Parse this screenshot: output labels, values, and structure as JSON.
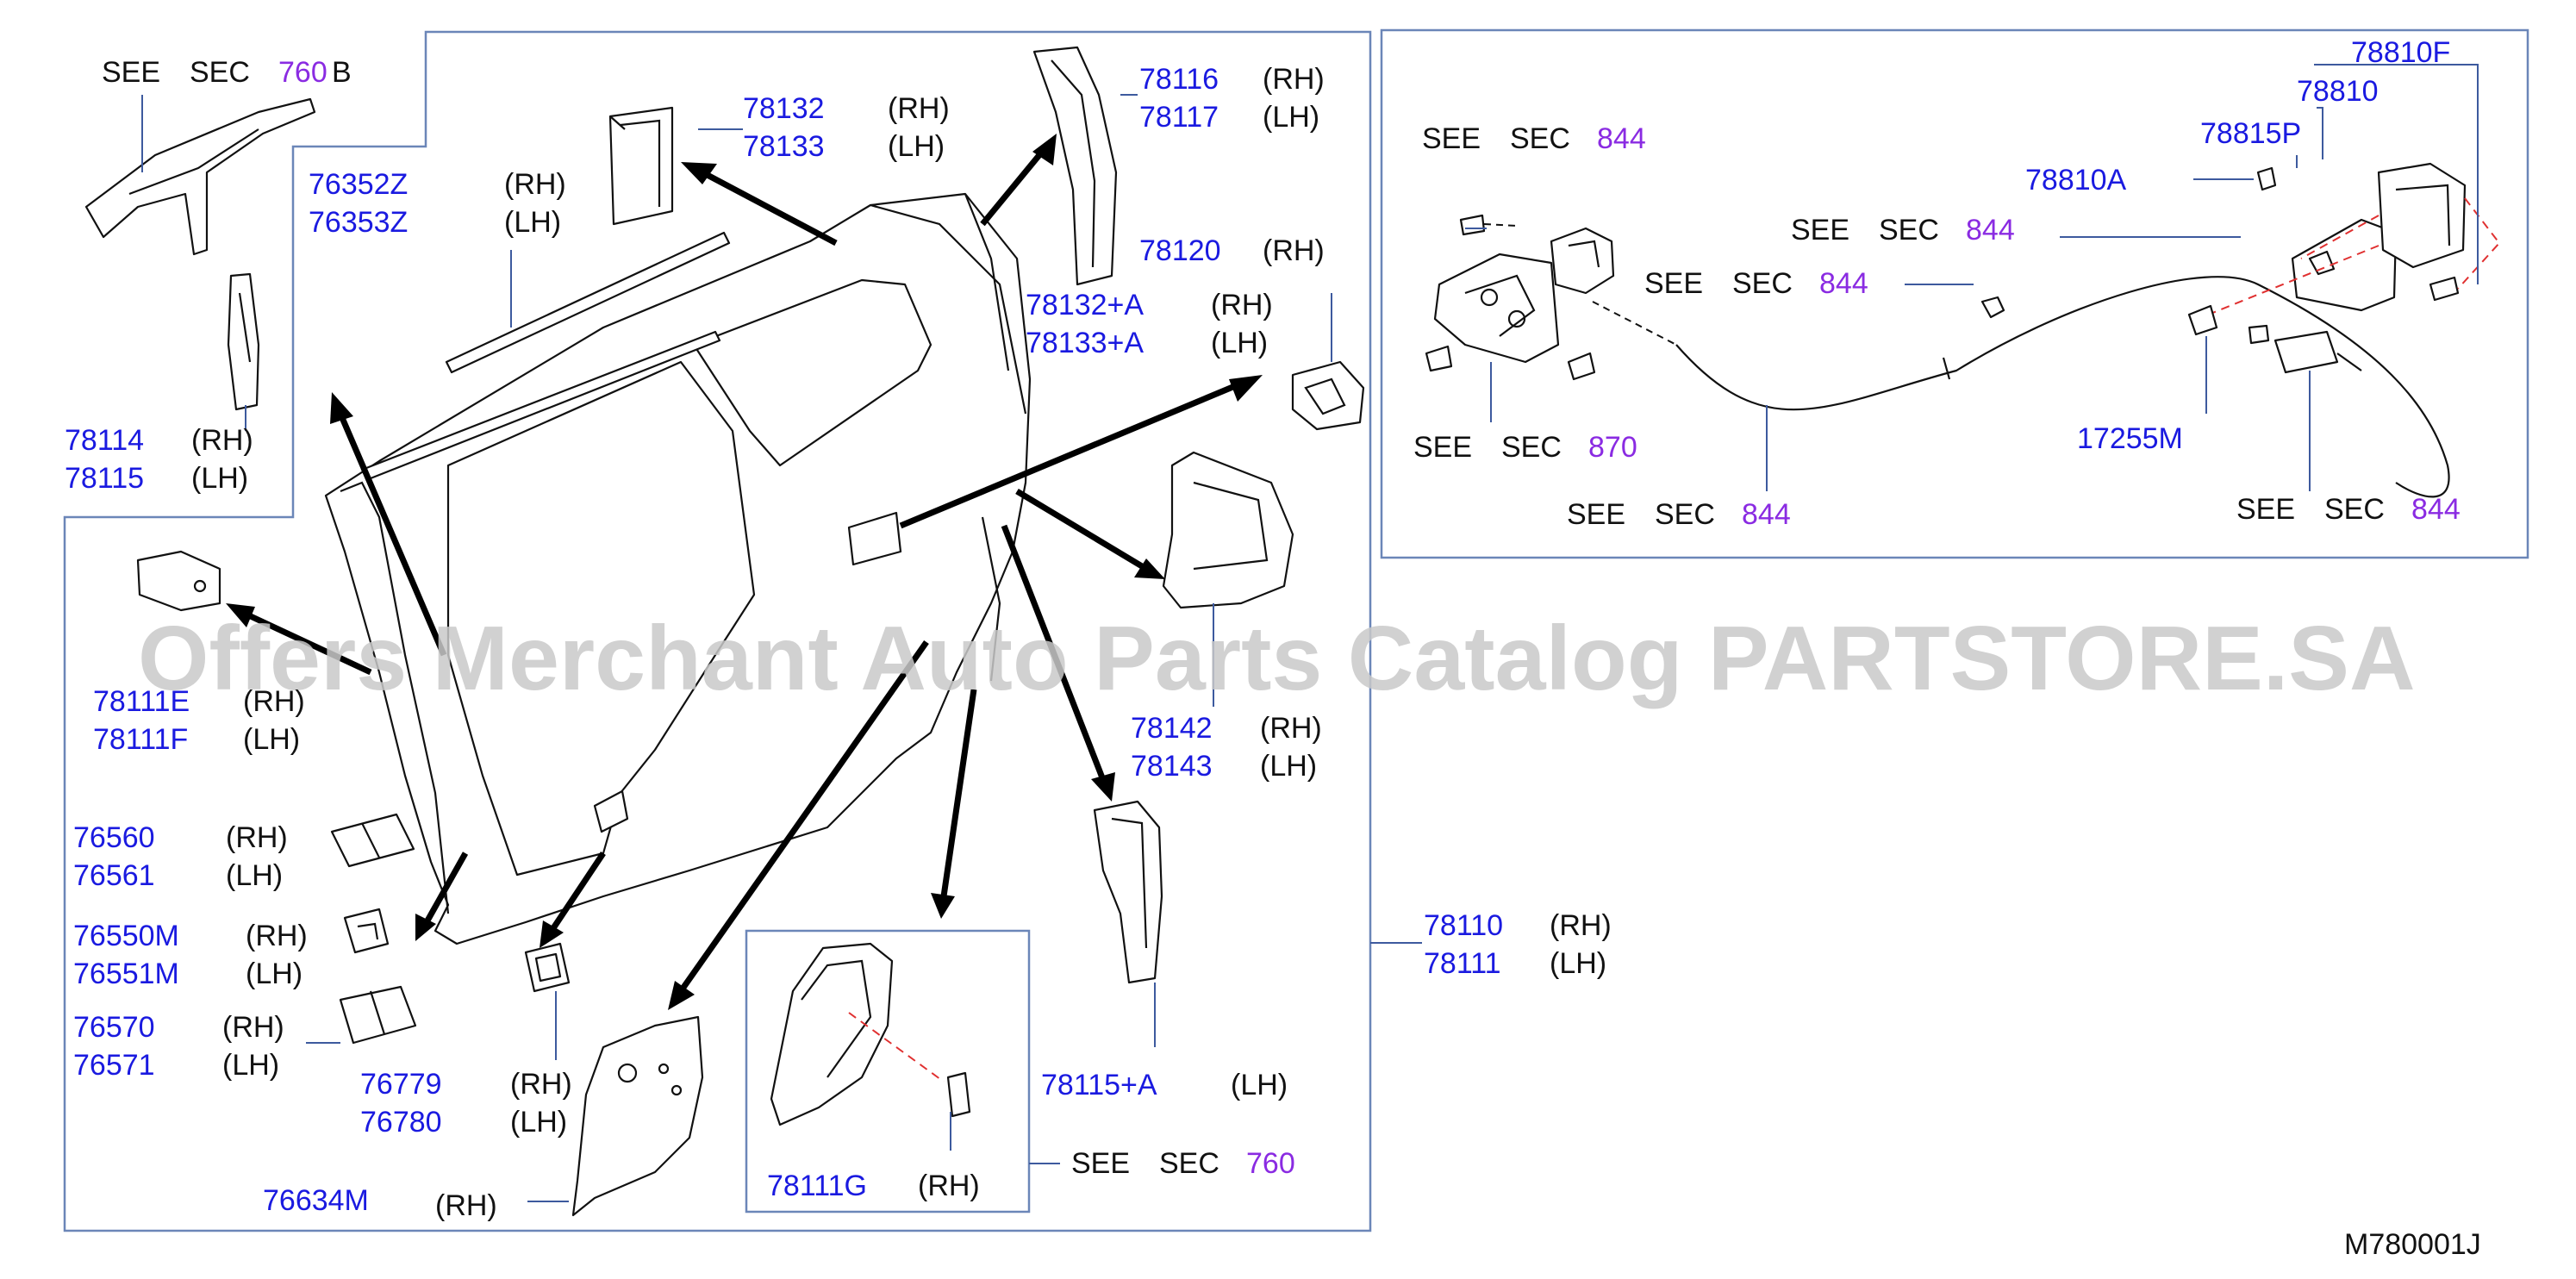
{
  "diagram": {
    "watermark": "Offers Merchant Auto Parts Catalog PARTSTORE.SA",
    "diagram_code": "M780001J",
    "colors": {
      "part_number": "#1a1ae0",
      "section_ref": "#8a2be2",
      "frame": "#6b86b8",
      "watermark": "#c9c9c9"
    },
    "see": "SEE",
    "sec": "SEC",
    "refs": {
      "r760b_num": "760",
      "r760b_suffix": "B",
      "r844a": "844",
      "r844b": "844",
      "r844c": "844",
      "r870": "870",
      "r844d": "844",
      "r844e": "844",
      "r760": "760"
    },
    "labels": {
      "p78132": "78132",
      "p78133": "78133",
      "s78132": "(RH)",
      "s78133": "(LH)",
      "p78116": "78116",
      "p78117": "78117",
      "s78116": "(RH)",
      "s78117": "(LH)",
      "p76352Z": "76352Z",
      "p76353Z": "76353Z",
      "s76352Z": "(RH)",
      "s76353Z": "(LH)",
      "p78120": "78120",
      "s78120": "(RH)",
      "p78132A": "78132+A",
      "p78133A": "78133+A",
      "s78132A": "(RH)",
      "s78133A": "(LH)",
      "p78114": "78114",
      "p78115": "78115",
      "s78114": "(RH)",
      "s78115": "(LH)",
      "p78111E": "78111E",
      "p78111F": "78111F",
      "s78111E": "(RH)",
      "s78111F": "(LH)",
      "p78142": "78142",
      "p78143": "78143",
      "s78142": "(RH)",
      "s78143": "(LH)",
      "p76560": "76560",
      "p76561": "76561",
      "s76560": "(RH)",
      "s76561": "(LH)",
      "p76550M": "76550M",
      "p76551M": "76551M",
      "s76550M": "(RH)",
      "s76551M": "(LH)",
      "p76570": "76570",
      "p76571": "76571",
      "s76570": "(RH)",
      "s76571": "(LH)",
      "p76779": "76779",
      "p76780": "76780",
      "s76779": "(RH)",
      "s76780": "(LH)",
      "p76634M": "76634M",
      "s76634M": "(RH)",
      "p78111G": "78111G",
      "s78111G": "(RH)",
      "p78115A": "78115+A",
      "s78115A": "(LH)",
      "p78110": "78110",
      "p78111": "78111",
      "s78110": "(RH)",
      "s78111": "(LH)",
      "p78810F": "78810F",
      "p78810": "78810",
      "p78815P": "78815P",
      "p78810A": "78810A",
      "p17255M": "17255M"
    }
  }
}
